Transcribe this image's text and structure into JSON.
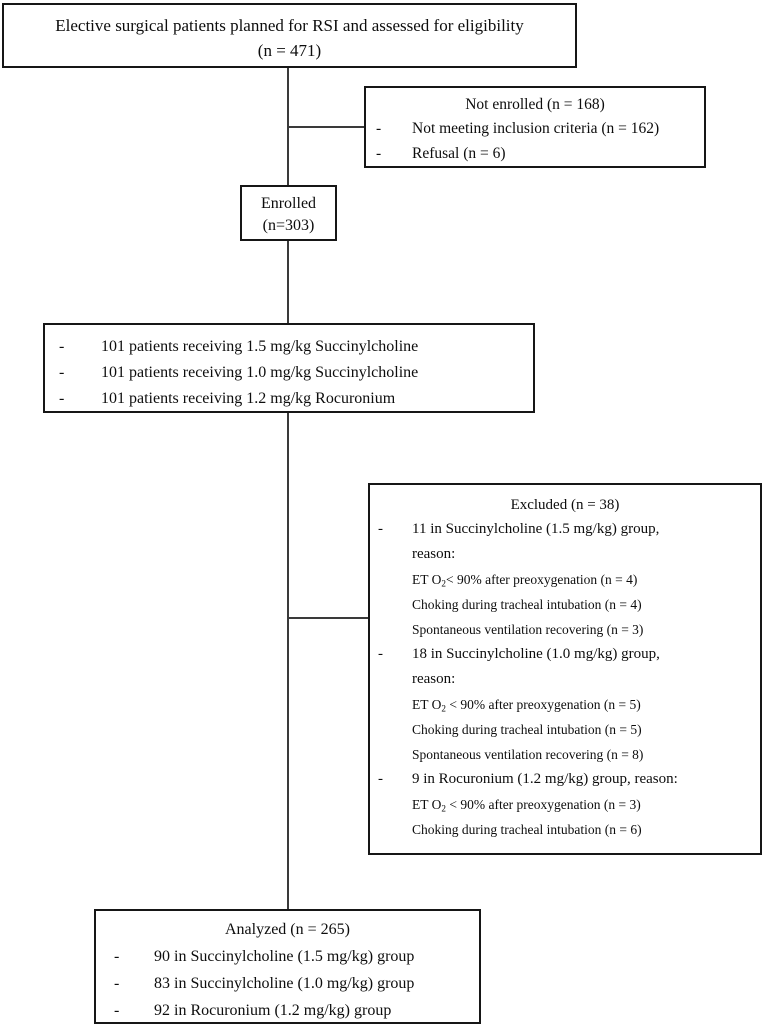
{
  "diagram": {
    "title": "CONSORT participant flow diagram",
    "line_color": "#3a3a3a",
    "border_color": "#161616",
    "background": "#ffffff"
  },
  "screened": {
    "line1": "Elective surgical patients planned for RSI and assessed for eligibility",
    "line2": "(n = 471)"
  },
  "not_enrolled": {
    "header": "Not enrolled (n = 168)",
    "dash": "-",
    "items": [
      "Not meeting inclusion criteria (n = 162)",
      "Refusal (n = 6)"
    ]
  },
  "enrolled": {
    "line1": "Enrolled",
    "line2": "(n=303)"
  },
  "allocation": {
    "dash": "-",
    "items": [
      "101 patients receiving 1.5 mg/kg Succinylcholine",
      "101 patients receiving 1.0 mg/kg Succinylcholine",
      "101 patients receiving 1.2 mg/kg Rocuronium"
    ]
  },
  "excluded": {
    "header": "Excluded (n = 38)",
    "dash": "-",
    "groups": [
      {
        "lead": "11 in Succinylcholine (1.5 mg/kg) group,",
        "continuation": "reason:",
        "reasons": [
          {
            "pre": "ET O",
            "sub": "2",
            "post": "< 90% after preoxygenation (n = 4)"
          },
          {
            "pre": "Choking during tracheal intubation (n = 4)",
            "sub": "",
            "post": ""
          },
          {
            "pre": "Spontaneous ventilation recovering (n = 3)",
            "sub": "",
            "post": ""
          }
        ]
      },
      {
        "lead": "18 in Succinylcholine (1.0 mg/kg) group,",
        "continuation": "reason:",
        "reasons": [
          {
            "pre": "ET O",
            "sub": "2",
            "post": " < 90% after preoxygenation (n = 5)"
          },
          {
            "pre": "Choking during tracheal intubation (n = 5)",
            "sub": "",
            "post": ""
          },
          {
            "pre": "Spontaneous ventilation recovering (n = 8)",
            "sub": "",
            "post": ""
          }
        ]
      },
      {
        "lead": "9 in Rocuronium (1.2 mg/kg) group, reason:",
        "continuation": "",
        "reasons": [
          {
            "pre": "ET O",
            "sub": "2",
            "post": " < 90% after preoxygenation (n = 3)"
          },
          {
            "pre": "Choking during tracheal intubation (n = 6)",
            "sub": "",
            "post": ""
          }
        ]
      }
    ]
  },
  "analyzed": {
    "header": "Analyzed (n = 265)",
    "dash": "-",
    "items": [
      "90 in Succinylcholine (1.5 mg/kg) group",
      "83 in Succinylcholine (1.0 mg/kg) group",
      "92 in Rocuronium (1.2 mg/kg) group"
    ]
  }
}
